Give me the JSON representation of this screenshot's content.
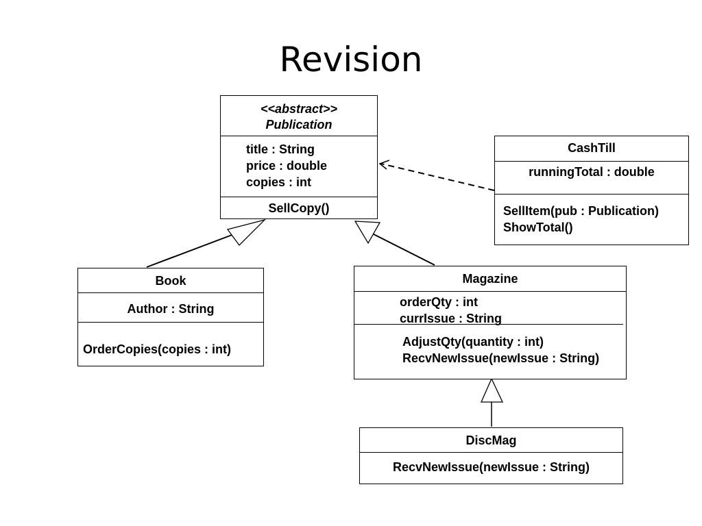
{
  "title": "Revision",
  "publication": {
    "stereotype": "<<abstract>>",
    "name": "Publication",
    "attributes": [
      "title : String",
      "price : double",
      "copies : int"
    ],
    "methods": [
      "SellCopy()"
    ]
  },
  "cashtill": {
    "name": "CashTill",
    "attributes": [
      "runningTotal : double"
    ],
    "methods": [
      "SellItem(pub : Publication)",
      "ShowTotal()"
    ]
  },
  "book": {
    "name": "Book",
    "attributes": [
      "Author : String"
    ],
    "methods": [
      "OrderCopies(copies : int)"
    ]
  },
  "magazine": {
    "name": "Magazine",
    "attributes": [
      "orderQty : int",
      "currIssue : String"
    ],
    "methods": [
      "AdjustQty(quantity : int)",
      "RecvNewIssue(newIssue : String)"
    ]
  },
  "discmag": {
    "name": "DiscMag",
    "methods": [
      "RecvNewIssue(newIssue : String)"
    ]
  }
}
